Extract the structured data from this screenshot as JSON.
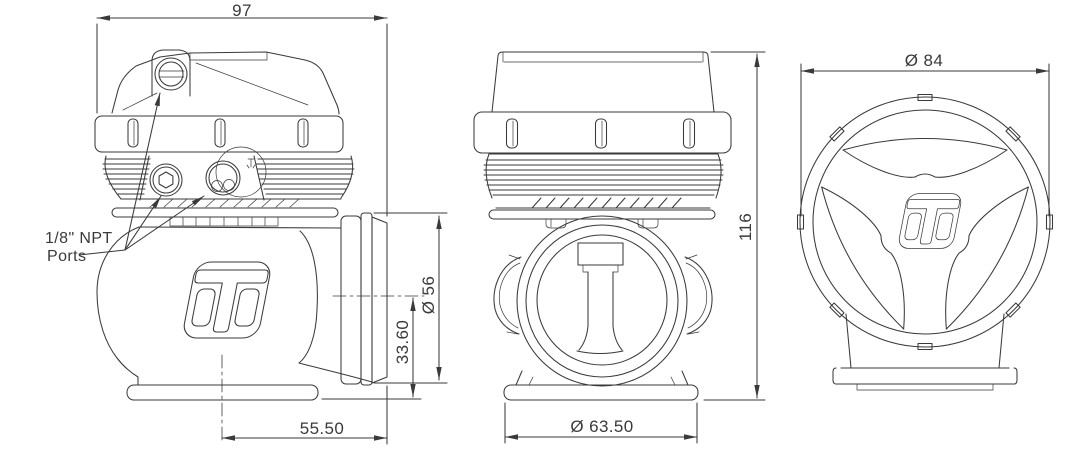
{
  "drawing": {
    "description_colors": {
      "line": "#3a3a3a",
      "background": "#ffffff"
    },
    "icons": {
      "logo": "turbosmart-t-logo"
    },
    "labels": {
      "overall_width": "97",
      "ports_line1": "1/8\" NPT",
      "ports_line2": "Ports",
      "outlet_diameter": "Ø 56",
      "outlet_center_height": "33.60",
      "outlet_offset": "55.50",
      "overall_height": "116",
      "inlet_diameter": "Ø 63.50",
      "cap_diameter": "Ø 84"
    }
  }
}
